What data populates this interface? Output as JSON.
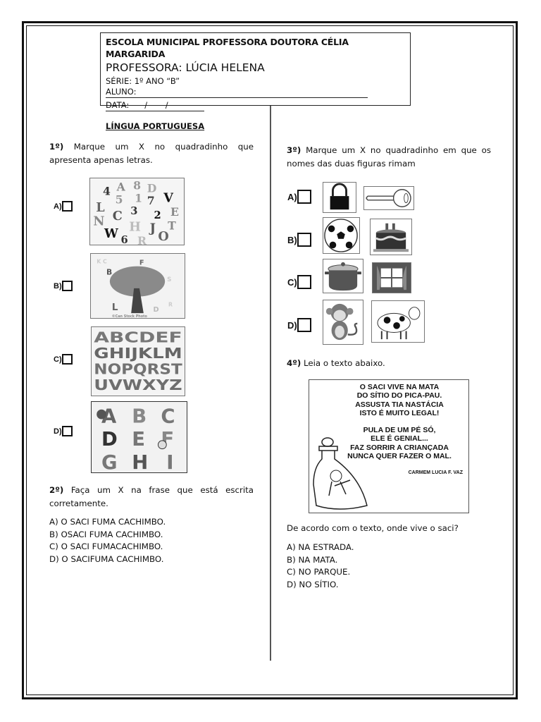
{
  "header": {
    "school": "ESCOLA MUNICIPAL PROFESSORA DOUTORA CÉLIA MARGARIDA",
    "teacher": "PROFESSORA: LÚCIA HELENA",
    "serie": "SÉRIE: 1º ANO “B”",
    "aluno_label": "ALUNO:",
    "data_label": "DATA:      /       /"
  },
  "subject": "LÍNGUA PORTUGUESA",
  "q1": {
    "number": "1º)",
    "line1": "Marque um X no quadradinho que",
    "line2": "apresenta apenas letras.",
    "options": [
      {
        "label": "A)",
        "image": "mixed-letters-and-numbers"
      },
      {
        "label": "B)",
        "image": "letter-tree"
      },
      {
        "label": "C)",
        "image": "alphabet-A-to-Z"
      },
      {
        "label": "D)",
        "image": "illustrated-letters-A-to-I"
      }
    ],
    "alphabet": "ABCDEF GHIJKLM NOPQRST UVWXYZ",
    "mixed": [
      "4",
      "A",
      "8",
      "D",
      "5",
      "1",
      "7",
      "V",
      "L",
      "N",
      "C",
      "3",
      "2",
      "E",
      "H",
      "J",
      "T",
      "W",
      "6",
      "R",
      "O"
    ],
    "illustrated": [
      "A",
      "B",
      "C",
      "D",
      "E",
      "F",
      "G",
      "H",
      "I"
    ]
  },
  "q2": {
    "number": "2º)",
    "line1": "Faça um X na frase que está escrita",
    "line2": "corretamente.",
    "options": [
      "A) O SACI FUMA CACHIMBO.",
      "B) OSACI FUMA CACHIMBO.",
      "C) O SACI FUMACACHIMBO.",
      "D) O SACIFUMA CACHIMBO."
    ]
  },
  "q3": {
    "number": "3º)",
    "line1": "Marque um X no quadradinho em que os",
    "line2": "nomes das duas figuras rimam",
    "options": [
      {
        "label": "A)",
        "left": "padlock",
        "right": "key"
      },
      {
        "label": "B)",
        "left": "soccer-ball",
        "right": "birthday-cake"
      },
      {
        "label": "C)",
        "left": "cooking-pot",
        "right": "window"
      },
      {
        "label": "D)",
        "left": "monkey",
        "right": "cow"
      }
    ]
  },
  "q4": {
    "number": "4º)",
    "text": "Leia o texto abaixo.",
    "poem": {
      "stanza1": [
        "O SACI VIVE NA MATA",
        "DO SÍTIO DO PICA-PAU.",
        "ASSUSTA TIA NASTÁCIA",
        "ISTO É MUITO LEGAL!"
      ],
      "stanza2": [
        "PULA DE UM PÉ SÓ,",
        "ELE É GENIAL...",
        "FAZ SORRIR A CRIANÇADA",
        "NUNCA QUER FAZER O MAL."
      ],
      "author": "CARMEM LUCIA F. VAZ"
    },
    "question": "De acordo com o texto, onde vive o saci?",
    "options": [
      "A) NA ESTRADA.",
      "B) NA MATA.",
      "C) NO PARQUE.",
      "D) NO SÍTIO."
    ]
  }
}
